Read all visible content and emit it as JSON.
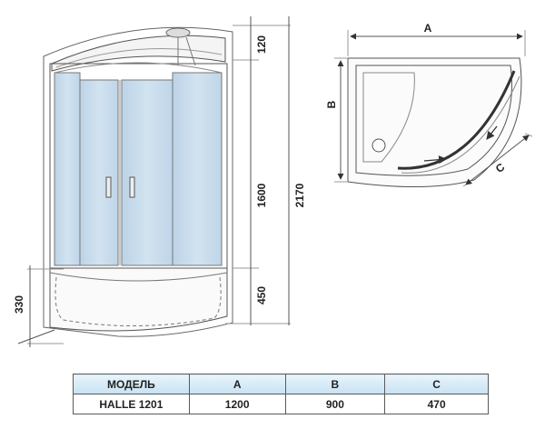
{
  "front_view": {
    "dims": {
      "top": "120",
      "middle": "1600",
      "bottom": "450",
      "total": "2170",
      "tray": "330"
    }
  },
  "plan_view": {
    "labels": {
      "a": "A",
      "b": "B",
      "c": "C"
    }
  },
  "spec_table": {
    "headers": [
      "МОДЕЛЬ",
      "A",
      "B",
      "C"
    ],
    "rows": [
      [
        "HALLE 1201",
        "1200",
        "900",
        "470"
      ]
    ]
  },
  "colors": {
    "glass": "#c9dceb",
    "line": "#555555",
    "table_header": "#cde6f5"
  }
}
